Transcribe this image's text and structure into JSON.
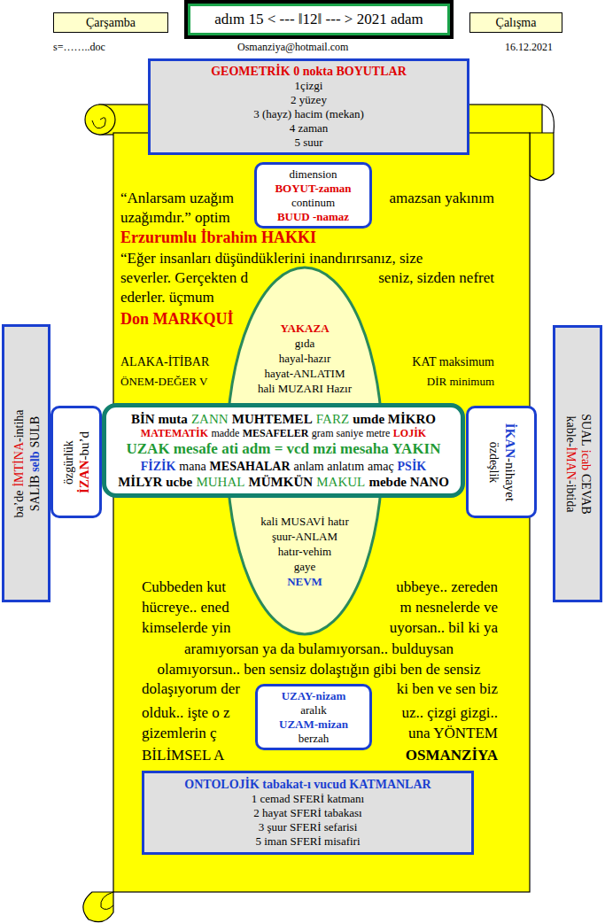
{
  "diagram": {
    "nodes": [
      {
        "text": [
          "Çarşamba"
        ]
      },
      {
        "text": [
          "adım 15 < --- ‖12‖ --- > 2021 adam"
        ]
      },
      {
        "text": [
          "Çalışma"
        ]
      },
      {
        "text": [
          "GEOMETRİK 0 nokta BOYUTLAR",
          "1çizgi",
          "2 yüzey",
          "3 (hayz) hacim (mekan)",
          "4 zaman",
          "5 suur"
        ]
      },
      {
        "text": [
          "dimension",
          "BOYUT-zaman",
          "continum",
          "BUUD -namaz"
        ]
      },
      {
        "text": [
          "ba’de",
          "İMTİNA",
          "-intiha",
          "SALİB",
          "selb",
          "SULB"
        ]
      },
      {
        "text": [
          "özgürlük",
          "İZAN",
          "-bu’d"
        ]
      },
      {
        "text": [
          "YAKAZA",
          "gıda",
          "hayal-hazır",
          "hayat-ANLATIM",
          "hali MUZARI Hazır",
          "kali MUSAVİ hatır",
          "şuur-ANLAM",
          "hatır-vehim",
          "gaye",
          "NEVM"
        ]
      },
      {
        "text": [
          "BİN muta",
          "ZANN",
          "MUHTEMEL",
          "FARZ",
          "umde MİKRO",
          "MATEMATİK",
          "madde",
          "MESAFELER",
          "gram saniye metre",
          "LOJİK",
          "UZAK mesafe ati adm = vcd mzi mesaha YAKIN",
          "FİZİK",
          "mana",
          "MESAHALAR",
          "anlam anlatım",
          "amaç",
          "PSİK",
          "MİLYR ucbe",
          "MUHAL",
          "MÜMKÜN",
          "MAKUL",
          "mebde NANO"
        ]
      },
      {
        "text": [
          "İKAN",
          "-nihayet",
          "özdeşlik"
        ]
      },
      {
        "text": [
          "SUAL",
          "icab",
          "CEVAB",
          "kable-",
          "İMAN",
          "-ibtida"
        ]
      },
      {
        "text": [
          "UZAY-nizam",
          "aralık",
          "UZAM-mizan",
          "berzah"
        ]
      },
      {
        "text": [
          "ONTOLOJİK tabakat-ı vucud KATMANLAR",
          "1 cemad SFERİ katmanı",
          "2 hayat SFERİ tabakası",
          "3 şuur SFERİ sefarisi",
          "5 iman SFERİ misafiri"
        ]
      }
    ],
    "labels": [
      "s=……..doc",
      "Osmanziya@hotmail.com",
      "16.12.2021",
      "“Anlarsam uzağım",
      "amazsan yakınım",
      "uzağımdır.” optim",
      "Erzurumlu İbrahim HAKKI",
      "“Eğer insanları düşündüklerini inandırırsanız, size",
      "severler. Gerçekten d",
      "seniz, sizden nefret",
      "ederler. üçmum",
      "Don MARKQUİ",
      "ALAKA-İTİBAR",
      "KAT maksimum",
      "ÖNEM-DEĞER V",
      "DİR minimum",
      "Cubbeden kut",
      "ubbeye.. zereden",
      "hücreye.. ened",
      "m nesnelerde ve",
      "kimselerde yin",
      "uyorsan.. bil ki ya",
      "aramıyorsan ya da bulamıyorsan.. bulduysan",
      "olamıyorsun.. ben sensiz dolaştığın gibi ben de sensiz",
      "dolaşıyorum der",
      "ki ben ve sen biz",
      "olduk.. işte o z",
      "uz.. çizgi gizgi..",
      "gizemlerin ç",
      "una YÖNTEM",
      "BİLİMSEL A",
      "OSMANZİYA"
    ]
  }
}
